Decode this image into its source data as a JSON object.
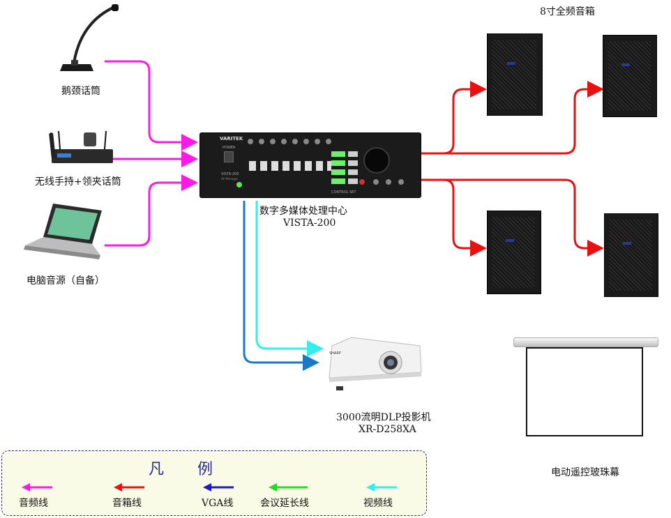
{
  "colors": {
    "audio": "#ff19e6",
    "speaker": "#e81010",
    "vga": "#1a1acc",
    "conference": "#22dd22",
    "video": "#33eeee",
    "vga_connection": "#1a78c8",
    "legend_border": "#2a2a8a",
    "legend_bg": "#fafbe6"
  },
  "labels": {
    "speakers_title": "8寸全频音箱",
    "gooseneck_mic": "鹅颈话筒",
    "wireless_mic": "无线手持+领夹话筒",
    "laptop_audio": "电脑音源（自备）",
    "processor_name": "数字多媒体处理中心",
    "processor_model": "VISTA-200",
    "projector_name": "3000流明DLP投影机",
    "projector_model": "XR-D258XA",
    "screen_name": "电动遥控玻珠幕"
  },
  "device_text": {
    "brand": "VARITEK",
    "power": "POWER",
    "model_small": "VISTA-200",
    "sub_small": "AV Manager",
    "control_set": "CONTROL SET",
    "projector_brand": "SHARP"
  },
  "legend": {
    "title": "凡例",
    "items": [
      {
        "label": "音频线",
        "color": "#ff19e6"
      },
      {
        "label": "音箱线",
        "color": "#e81010"
      },
      {
        "label": "VGA线",
        "color": "#1a1acc"
      },
      {
        "label": "会议延长线",
        "color": "#22dd22"
      },
      {
        "label": "视频线",
        "color": "#33eeee"
      }
    ]
  }
}
